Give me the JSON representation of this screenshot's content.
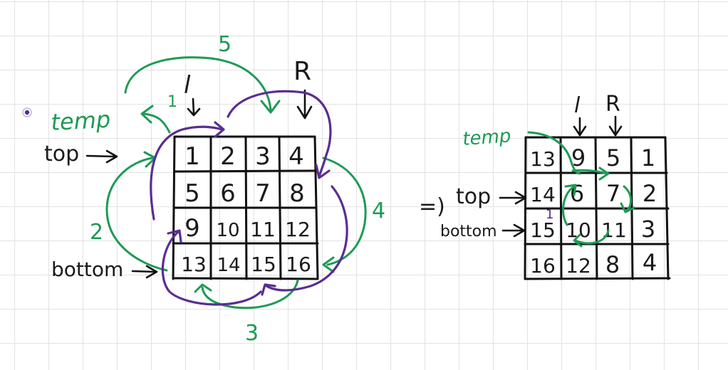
{
  "colors": {
    "ink": "#1a1a1a",
    "green": "#1e9a55",
    "purple": "#5a2d91",
    "grid": "#e2e2e2"
  },
  "left": {
    "labels": {
      "l": "l",
      "r": "R",
      "temp": "temp",
      "top": "top",
      "bottom": "bottom",
      "arrow_1": "1",
      "arrow_2": "2",
      "arrow_3": "3",
      "arrow_4": "4",
      "arrow_5": "5"
    },
    "matrix": [
      [
        "1",
        "2",
        "3",
        "4"
      ],
      [
        "5",
        "6",
        "7",
        "8"
      ],
      [
        "9",
        "10",
        "11",
        "12"
      ],
      [
        "13",
        "14",
        "15",
        "16"
      ]
    ]
  },
  "right": {
    "implies": "=)",
    "labels": {
      "l": "l",
      "r": "R",
      "temp": "temp",
      "top": "top",
      "bottom": "bottom",
      "arrow_1": "1"
    },
    "matrix": [
      [
        "13",
        "9",
        "5",
        "1"
      ],
      [
        "14",
        "6",
        "7",
        "2"
      ],
      [
        "15",
        "10",
        "11",
        "3"
      ],
      [
        "16",
        "12",
        "8",
        "4"
      ]
    ]
  }
}
